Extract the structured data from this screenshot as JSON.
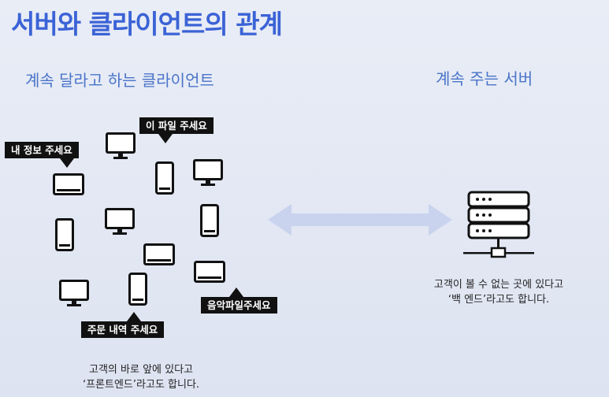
{
  "slide": {
    "title": "서버와 클라이언트의 관계",
    "client_heading": "계속 달라고 하는 클라이언트",
    "server_heading": "계속 주는 서버",
    "bubbles": {
      "my_info": "내 정보 주세요",
      "this_file": "이 파일 주세요",
      "music_file": "음악파일주세요",
      "order_history": "주문 내역 주세요"
    },
    "client_caption": {
      "line1": "고객의 바로 앞에 있다고",
      "line2": "‘프론트엔드’라고도 합니다."
    },
    "server_caption": {
      "line1": "고객이 볼 수 없는 곳에 있다고",
      "line2": "‘백 엔드’라고도 합니다."
    }
  },
  "icons": {
    "monitor": "monitor-icon",
    "phone": "smartphone-icon",
    "tablet": "tablet-icon",
    "server": "server-rack-icon",
    "arrow": "double-arrow-icon"
  }
}
